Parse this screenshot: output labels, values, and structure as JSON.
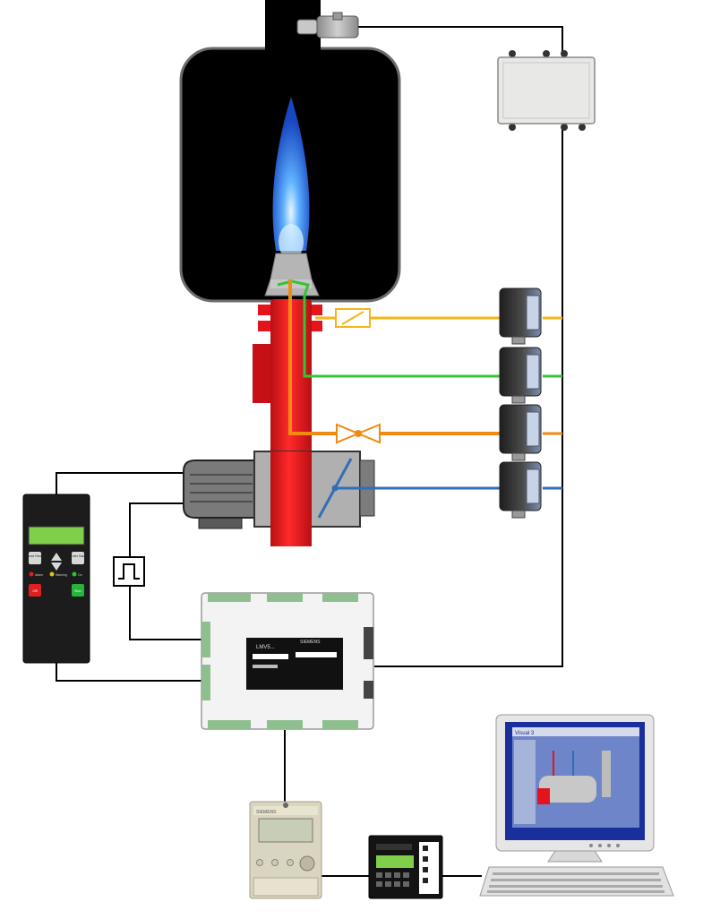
{
  "colors": {
    "background": "#ffffff",
    "chamber": "#000000",
    "chamber_wall": "#6b6b6b",
    "burner_red": "#e3141b",
    "flame_blue": "#2f7dff",
    "air_line": "#f5b51a",
    "gas_line": "#f08a12",
    "ignition_line": "#35c435",
    "blower_line": "#2f6fb5",
    "signal_line": "#000000"
  },
  "icons": {
    "flame": "flame-icon",
    "actuator": "actuator-icon",
    "valve": "gas-valve-icon",
    "damper": "air-damper-icon",
    "fan": "fan-motor-icon",
    "pulse": "square-pulse-icon",
    "computer": "computer-icon"
  },
  "display_unit": {
    "key_left": "Quick Reset",
    "key_right": "Enter Data",
    "indicators": [
      "Alarm",
      "Warning",
      "On"
    ],
    "btn_left": "Off",
    "btn_right": "Run"
  },
  "controller": {
    "label_left": "LMV5...",
    "label_right": "SIEMENS"
  },
  "operator_panel": {
    "brand": "SIEMENS"
  },
  "pc_screen": {
    "title": "Visual 3"
  }
}
